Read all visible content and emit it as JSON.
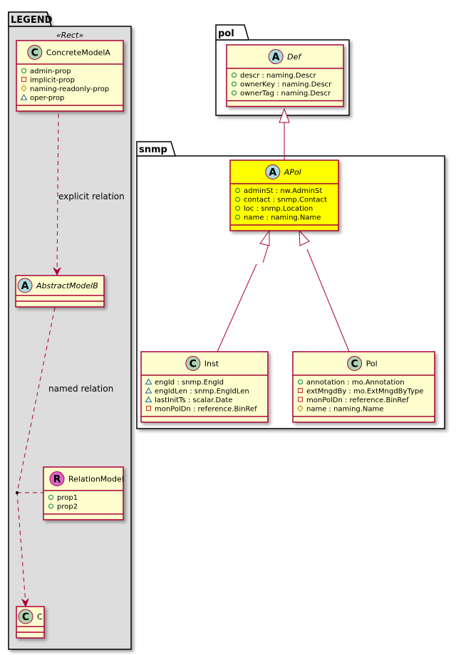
{
  "colors": {
    "class_fill": "#FEFECE",
    "class_border": "#A80036",
    "highlight_fill": "#FFFF00",
    "legend_fill": "#DDDDDD",
    "stereo_C": "#ADD1B2",
    "stereo_A": "#A9DCDF",
    "stereo_R": "#DD66CC",
    "vis_public": "#038048",
    "vis_private": "#C82930",
    "vis_protected": "#B38D22",
    "vis_package": "#1963A0"
  },
  "legend": {
    "package_label": "LEGEND",
    "stereotype": "«Rect»",
    "concrete": {
      "badge": "C",
      "name": "ConcreteModelA",
      "fields": [
        {
          "vis": "public",
          "text": "admin-prop"
        },
        {
          "vis": "private",
          "text": "implicit-prop"
        },
        {
          "vis": "protected",
          "text": "naming-readonly-prop"
        },
        {
          "vis": "package",
          "text": "oper-prop"
        }
      ]
    },
    "explicit_label": "explicit relation",
    "abstract": {
      "badge": "A",
      "name": "AbstractModelB"
    },
    "named_label": "named relation",
    "relation": {
      "badge": "R",
      "name": "RelationModel",
      "fields": [
        {
          "vis": "public",
          "text": "prop1"
        },
        {
          "vis": "public",
          "text": "prop2"
        }
      ]
    },
    "target": {
      "badge": "C",
      "name": "C"
    }
  },
  "pol": {
    "package_label": "pol",
    "def": {
      "badge": "A",
      "name": "Def",
      "fields": [
        {
          "vis": "public",
          "text": "descr : naming.Descr"
        },
        {
          "vis": "public",
          "text": "ownerKey : naming.Descr"
        },
        {
          "vis": "public",
          "text": "ownerTag : naming.Descr"
        }
      ]
    }
  },
  "snmp": {
    "package_label": "snmp",
    "apol": {
      "badge": "A",
      "name": "APol",
      "fields": [
        {
          "vis": "public",
          "text": "adminSt : nw.AdminSt"
        },
        {
          "vis": "public",
          "text": "contact : snmp.Contact"
        },
        {
          "vis": "public",
          "text": "loc : snmp.Location"
        },
        {
          "vis": "public",
          "text": "name : naming.Name"
        }
      ]
    },
    "inst": {
      "badge": "C",
      "name": "Inst",
      "fields": [
        {
          "vis": "package",
          "text": "engId : snmp.EngId"
        },
        {
          "vis": "package",
          "text": "engIdLen : snmp.EngIdLen"
        },
        {
          "vis": "package",
          "text": "lastInitTs : scalar.Date"
        },
        {
          "vis": "private",
          "text": "monPolDn : reference.BinRef"
        }
      ]
    },
    "pol": {
      "badge": "C",
      "name": "Pol",
      "fields": [
        {
          "vis": "public",
          "text": "annotation : mo.Annotation"
        },
        {
          "vis": "private",
          "text": "extMngdBy : mo.ExtMngdByType"
        },
        {
          "vis": "private",
          "text": "monPolDn : reference.BinRef"
        },
        {
          "vis": "protected",
          "text": "name : naming.Name"
        }
      ]
    }
  }
}
